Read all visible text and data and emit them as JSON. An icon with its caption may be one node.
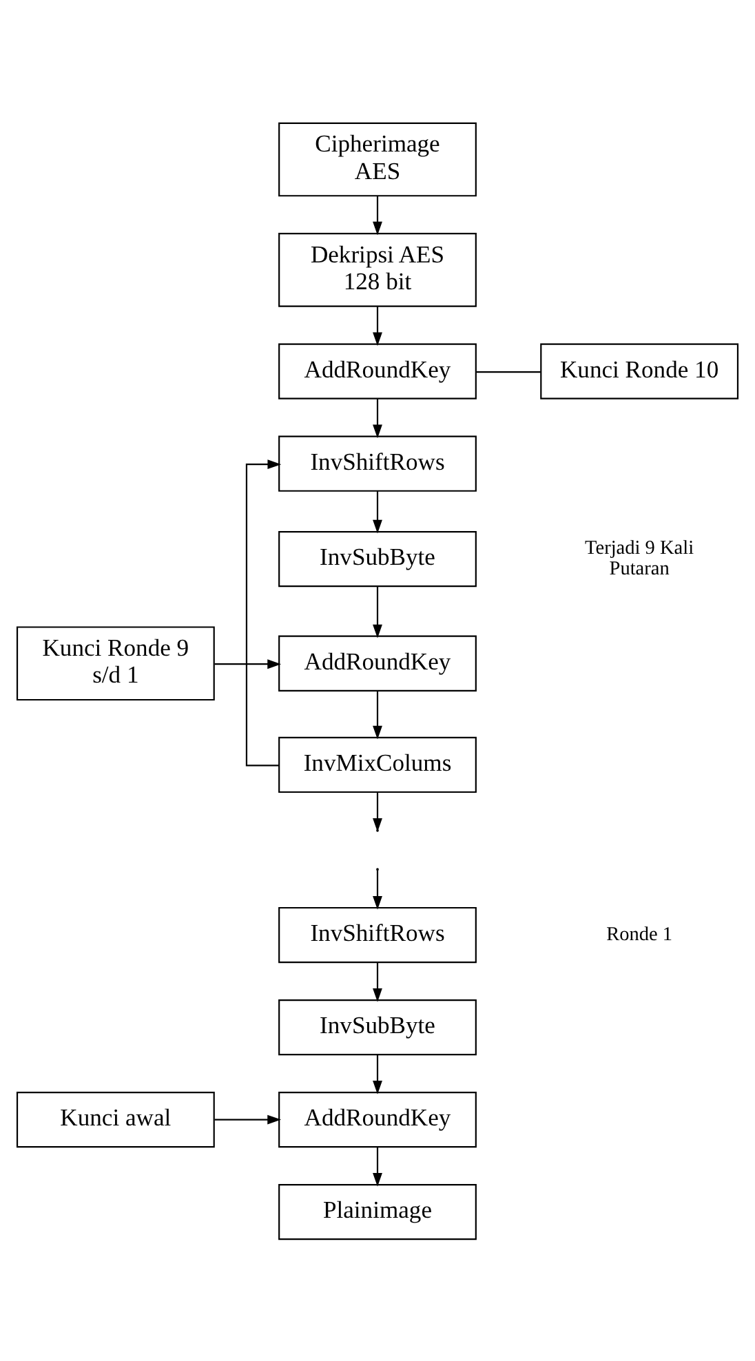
{
  "diagram": {
    "nodes": [
      {
        "text": [
          "Cipherimage AES"
        ]
      },
      {
        "text": [
          "Dekripsi AES 128 bit"
        ]
      },
      {
        "text": [
          "AddRoundKey"
        ]
      },
      {
        "text": [
          "Kunci Ronde 10"
        ]
      },
      {
        "text": [
          "InvShiftRows"
        ]
      },
      {
        "text": [
          "InvSubByte"
        ]
      },
      {
        "text": [
          "AddRoundKey"
        ]
      },
      {
        "text": [
          "Kunci Ronde 9 s/d 1"
        ]
      },
      {
        "text": [
          "InvMixColums"
        ]
      },
      {
        "text": [
          "InvShiftRows"
        ]
      },
      {
        "text": [
          "InvSubByte"
        ]
      },
      {
        "text": [
          "AddRoundKey"
        ]
      },
      {
        "text": [
          "Kunci awal"
        ]
      },
      {
        "text": [
          "Plainimage"
        ]
      }
    ],
    "edges": [
      {
        "from": 0,
        "to": 1,
        "arrow": "to"
      },
      {
        "from": 1,
        "to": 2,
        "arrow": "to"
      },
      {
        "from": 2,
        "to": 3,
        "arrow": "none"
      },
      {
        "from": 2,
        "to": 4,
        "arrow": "to"
      },
      {
        "from": 4,
        "to": 5,
        "arrow": "to"
      },
      {
        "from": 5,
        "to": 6,
        "arrow": "to"
      },
      {
        "from": 7,
        "to": 6,
        "arrow": "to"
      },
      {
        "from": 6,
        "to": 8,
        "arrow": "to"
      },
      {
        "from": 8,
        "to": null,
        "arrow": "to"
      },
      {
        "from": 8,
        "to": 4,
        "arrow": "to"
      },
      {
        "from": null,
        "to": 9,
        "arrow": "to"
      },
      {
        "from": 9,
        "to": 10,
        "arrow": "to"
      },
      {
        "from": 10,
        "to": 11,
        "arrow": "to"
      },
      {
        "from": 12,
        "to": 11,
        "arrow": "to"
      },
      {
        "from": 11,
        "to": 13,
        "arrow": "to"
      }
    ],
    "labels": [
      "Terjadi 9 Kali Putaran",
      "Ronde 1"
    ]
  }
}
